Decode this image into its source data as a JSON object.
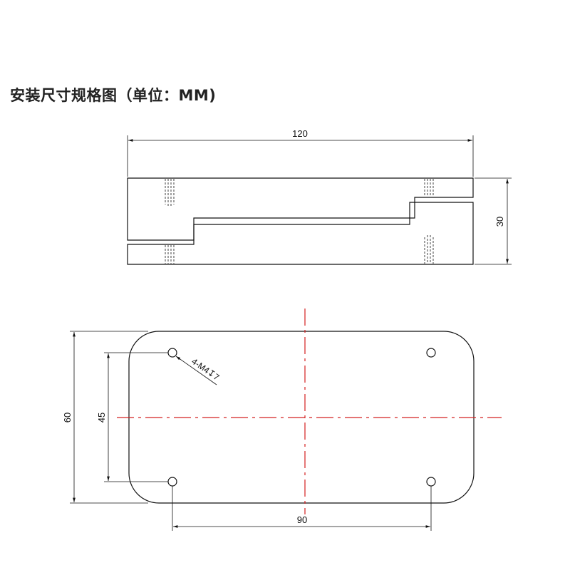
{
  "title": "安装尺寸规格图（单位：MM)",
  "side_view": {
    "width_label": "120",
    "height_label": "30"
  },
  "top_view": {
    "height_label": "60",
    "hole_spacing_vertical_label": "45",
    "hole_spacing_horizontal_label": "90",
    "hole_note": "4-M4↧7"
  },
  "colors": {
    "line": "#111111",
    "centerline": "#d42020"
  }
}
